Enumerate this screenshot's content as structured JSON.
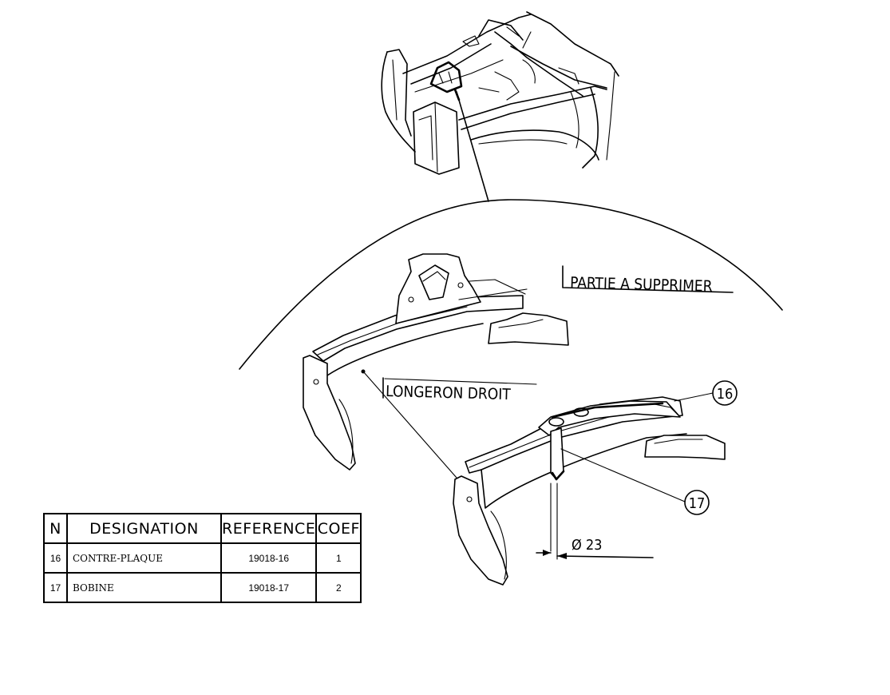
{
  "labels": {
    "partie_a_supprimer": "PARTIE A SUPPRIMER",
    "longeron_droit": "LONGERON DROIT",
    "callout_16": "16",
    "callout_17": "17",
    "diameter": "Ø 23"
  },
  "table": {
    "headers": {
      "n": "N",
      "designation": "DESIGNATION",
      "reference": "REFERENCE",
      "coef": "COEF"
    },
    "rows": [
      {
        "n": "16",
        "designation": "CONTRE-PLAQUE",
        "reference": "19018-16",
        "coef": "1"
      },
      {
        "n": "17",
        "designation": "BOBINE",
        "reference": "19018-17",
        "coef": "2"
      }
    ]
  }
}
